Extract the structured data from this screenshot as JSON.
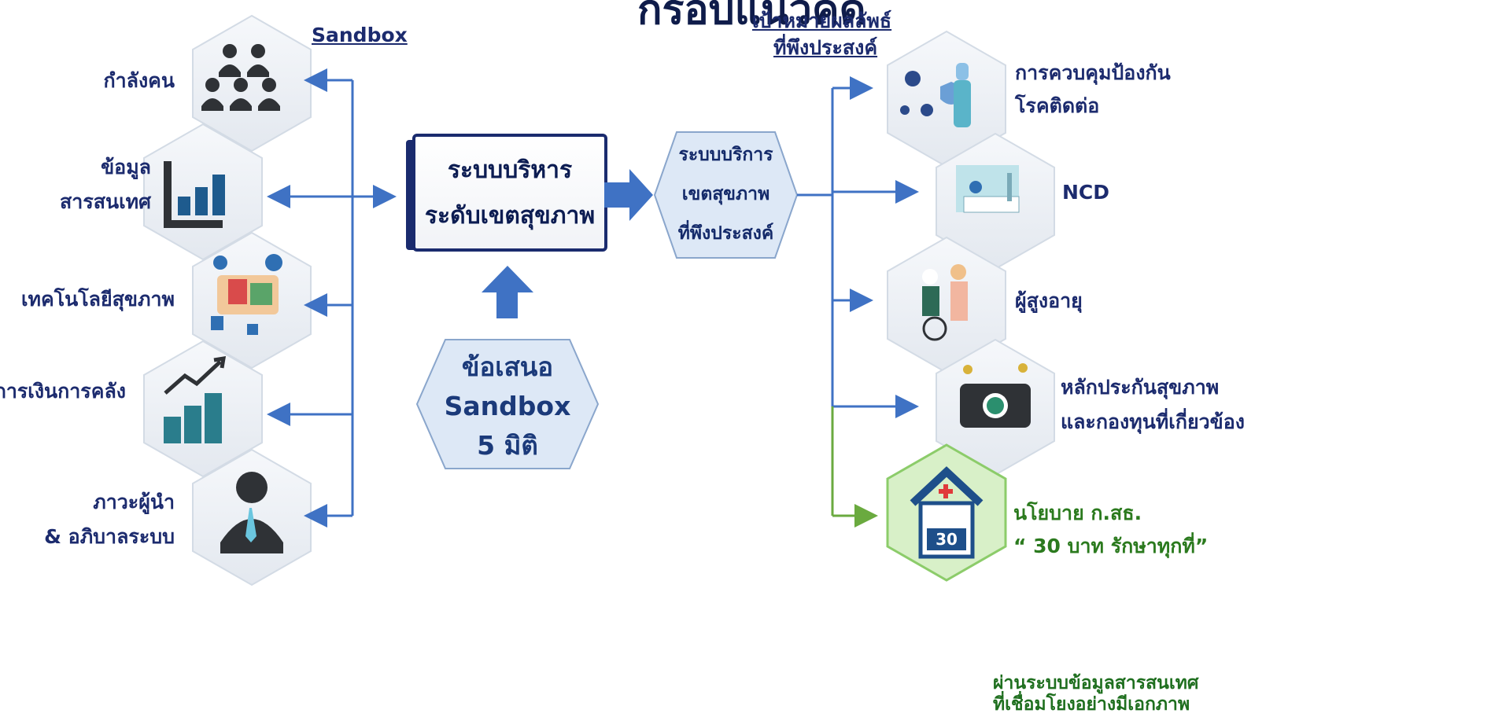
{
  "title": "กรอบแนวคิด",
  "left_heading": "Sandbox",
  "right_heading": [
    "เป้าหมายผลลัพธ์",
    "ที่พึงประสงค์"
  ],
  "left_items": [
    {
      "lines": [
        "กำลังคน"
      ],
      "icon": "people-icon"
    },
    {
      "lines": [
        "ข้อมูล",
        "สารสนเทศ"
      ],
      "icon": "bar-chart-icon"
    },
    {
      "lines": [
        "เทคโนโลยีสุขภาพ"
      ],
      "icon": "health-tech-icon"
    },
    {
      "lines": [
        "การเงินการคลัง"
      ],
      "icon": "finance-chart-icon"
    },
    {
      "lines": [
        "ภาวะผู้นำ",
        "& อภิบาลระบบ"
      ],
      "icon": "leader-icon"
    }
  ],
  "center_box": [
    "ระบบบริหาร",
    "ระดับเขตสุขภาพ"
  ],
  "service_box": [
    "ระบบบริการ",
    "เขตสุขภาพ",
    "ที่พึงประสงค์"
  ],
  "proposal": [
    "ข้อเสนอ",
    "Sandbox",
    "5 มิติ"
  ],
  "right_items": [
    {
      "lines": [
        "การควบคุมป้องกัน",
        "โรคติดต่อ"
      ],
      "icon": "disease-control-icon"
    },
    {
      "lines": [
        "NCD"
      ],
      "icon": "hospital-bed-icon"
    },
    {
      "lines": [
        "ผู้สูงอายุ"
      ],
      "icon": "elderly-icon"
    },
    {
      "lines": [
        "หลักประกันสุขภาพ",
        "และกองทุนที่เกี่ยวข้อง"
      ],
      "icon": "health-fund-icon"
    }
  ],
  "policy": {
    "lines": [
      "นโยบาย ก.สธ.",
      "“ 30 บาท รักษาทุกที่”"
    ],
    "sub_lines": [
      "ผ่านระบบข้อมูลสารสนเทศ",
      "ที่เชื่อมโยงอย่างมีเอกภาพ"
    ],
    "icon": "clinic-30-baht-icon",
    "badge": "30"
  },
  "colors": {
    "navy": "#1c2b6e",
    "arrow_blue": "#3f72c4",
    "green": "#6aaa3f",
    "hex_bg": "#eef1f5"
  }
}
